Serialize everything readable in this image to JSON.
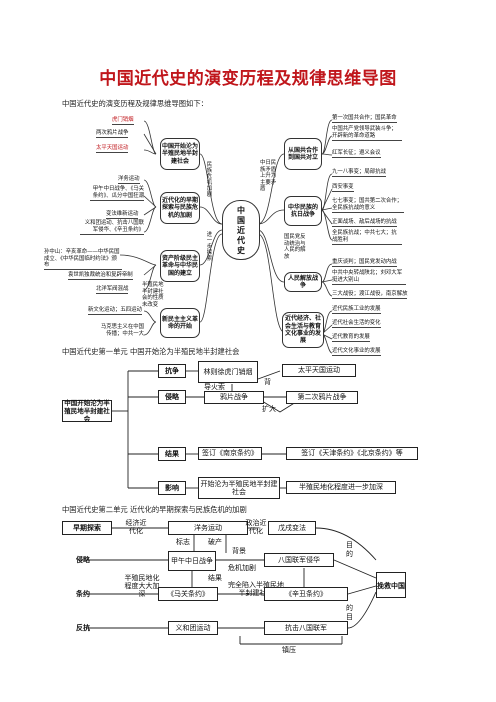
{
  "title": "中国近代史的演变历程及规律思维导图",
  "intro": "中国近代史的演变历程及规律思维导图如下：",
  "mindmap": {
    "center": "中国近代史",
    "left_nodes": [
      {
        "box": "中国开始沦为半殖民地半封建社会",
        "items": [
          "虎门销烟",
          "两次鸦片战争",
          "太平天国运动"
        ]
      },
      {
        "box": "近代化的早期探索与民族危机的加剧",
        "items": [
          "洋务运动",
          "甲午中日战争、《马关条约》、瓜分中国狂潮",
          "变法维新运动",
          "义和团运动、抗击八国联军侵华、《辛丑条约》"
        ],
        "side": "民族危机加剧"
      },
      {
        "box": "资产阶级民主革命与中华民国的建立",
        "items": [
          "孙中山：辛亥革命——中华民国成立、《中华民国临时约法》颁布",
          "袁世凯独裁统治和复辟帝制",
          "北洋军阀混战"
        ],
        "side": "进一步探索"
      },
      {
        "box": "新民主主义革命的开始",
        "items": [
          "新文化运动；五四运动",
          "马克思主义在中国传播；中共一大"
        ],
        "side": "半殖民地半封建社会的性质未改变"
      }
    ],
    "right_nodes": [
      {
        "box": "从国共合作到国共对立",
        "items": [
          "第一次国共合作；国民革命",
          "中国共产党领导武装斗争；开辟新的革命道路",
          "红军长征；遵义会议"
        ],
        "side": "中日民族矛盾上升为主要矛盾"
      },
      {
        "box": "中华民族的抗日战争",
        "items": [
          "九一八事变；局部抗战",
          "西安事变",
          "七七事变；国共第二次合作；全民族抗战的意义",
          "正面战场、敌后战场的抗战",
          "全民族抗战；中共七大；抗战胜利"
        ],
        "side": "国民党反动统治与人民的解放"
      },
      {
        "box": "人民解放战争",
        "items": [
          "重庆谈判；国民党发动内战",
          "中共中央转战陕北；刘邓大军挺进大别山",
          "三大战役；渡江战役，南京解放"
        ]
      },
      {
        "box": "近代经济、社会生活与教育文化事业的发展",
        "items": [
          "近代民族工业的发展",
          "近代社会生活的变化",
          "近代教育的发展",
          "近代文化事业的发展"
        ]
      }
    ]
  },
  "unit1": {
    "heading": "中国近代史第一单元  中国开始沦为半殖民地半封建社会",
    "rows": [
      "抗争",
      "侵略",
      "结果",
      "影响"
    ],
    "main": "中国开始沦为半殖民地半封建社会",
    "linzexu": "林则徐虎门销烟",
    "taiping": "太平天国运动",
    "daozhi": "导火索",
    "bei": "背",
    "yapian": "鸦片战争",
    "kuoda": "扩大",
    "second": "第二次鸦片战争",
    "nanjing": "签订《南京条约》",
    "tianjin": "签订《天津条约》《北京条约》等",
    "begin": "开始沦为半殖民地半封建社会",
    "deepen": "半殖民地化程度进一步加深"
  },
  "unit2": {
    "heading": "中国近代史第二单元  近代化的早期探索与民族危机的加剧",
    "rows": [
      "早期探索",
      "侵略",
      "条约",
      "反抗"
    ],
    "jingji": "经济近代化",
    "yangwu": "洋务运动",
    "zhengzhi": "政治近代化",
    "wuxu": "戊戌变法",
    "biaozhi": "标志",
    "pochan": "破产",
    "beijing": "背景",
    "jiawu": "甲午中日战争",
    "jieguo": "结果",
    "weiji": "危机加剧",
    "baguo": "八国联军侵华",
    "banzhimin": "半殖民地化程度大大加深",
    "maguan": "《马关条约》",
    "wanquan": "完全陷入半殖民地半封建社会",
    "xinchou": "《辛丑条约》",
    "yihetuan": "义和团运动",
    "kangji": "抗击八国联军",
    "zhenya": "镇压",
    "mude1": "目的",
    "mude2": "的目",
    "save": "挽救中国"
  }
}
